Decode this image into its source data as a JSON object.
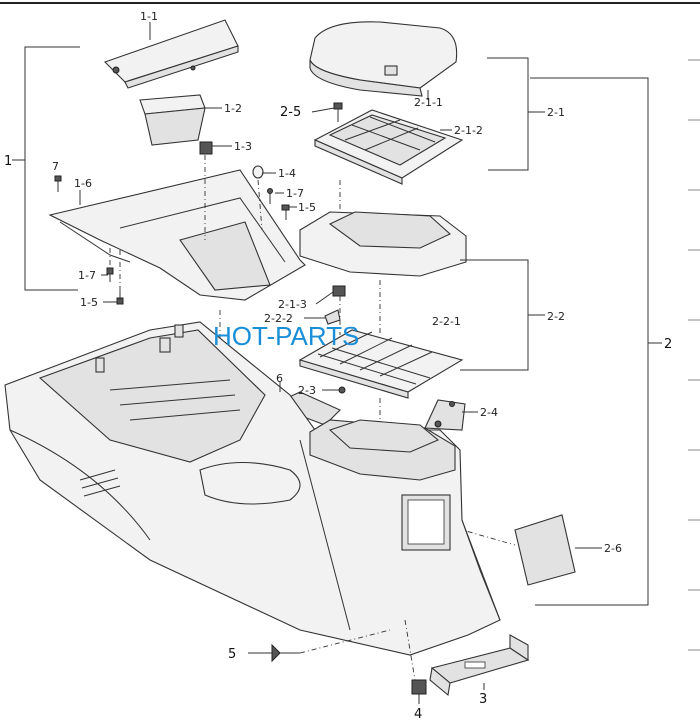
{
  "watermark": {
    "text": "HOT-PARTS",
    "color": "#1a8fd8"
  },
  "labels": {
    "p1": "1",
    "p1_1": "1-1",
    "p1_2": "1-2",
    "p1_3": "1-3",
    "p1_4": "1-4",
    "p1_5a": "1-5",
    "p1_5b": "1-5",
    "p1_6": "1-6",
    "p1_7a": "1-7",
    "p1_7b": "1-7",
    "p7": "7",
    "p2": "2",
    "p2_1": "2-1",
    "p2_1_1": "2-1-1",
    "p2_1_2": "2-1-2",
    "p2_5": "2-5",
    "p2_2": "2-2",
    "p2_2_1": "2-2-1",
    "p2_1_3": "2-1-3",
    "p2_2_2": "2-2-2",
    "p2_3": "2-3",
    "p2_4": "2-4",
    "p2_6": "2-6",
    "p3": "3",
    "p4": "4",
    "p5": "5",
    "p6": "6"
  }
}
